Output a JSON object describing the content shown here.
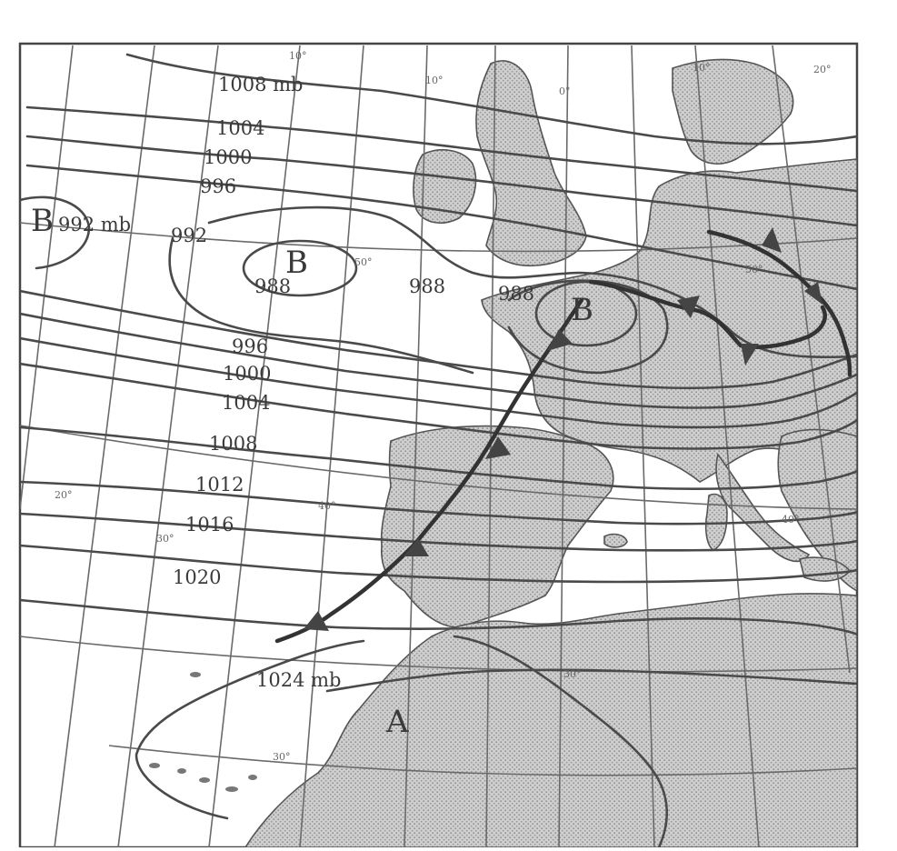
{
  "isobar_labels": [
    {
      "name": "isobar-1008-top",
      "text": "1008 mb"
    },
    {
      "name": "isobar-1004-top",
      "text": "1004"
    },
    {
      "name": "isobar-1000-top",
      "text": "1000"
    },
    {
      "name": "isobar-996-top",
      "text": "996"
    },
    {
      "name": "isobar-992-left",
      "text": "992"
    },
    {
      "name": "isobar-988-center",
      "text": "988"
    },
    {
      "name": "isobar-988-mid",
      "text": "988"
    },
    {
      "name": "isobar-988-east",
      "text": "988"
    },
    {
      "name": "isobar-996-mid",
      "text": "996"
    },
    {
      "name": "isobar-1000-mid",
      "text": "1000"
    },
    {
      "name": "isobar-1004-mid",
      "text": "1004"
    },
    {
      "name": "isobar-1008-mid",
      "text": "1008"
    },
    {
      "name": "isobar-1012",
      "text": "1012"
    },
    {
      "name": "isobar-1016",
      "text": "1016"
    },
    {
      "name": "isobar-1020",
      "text": "1020"
    },
    {
      "name": "isobar-1024",
      "text": "1024 mb"
    }
  ],
  "pressure_centers": [
    {
      "name": "low-west",
      "letter": "B",
      "value": "992 mb"
    },
    {
      "name": "low-atlantic",
      "letter": "B"
    },
    {
      "name": "low-france",
      "letter": "B"
    },
    {
      "name": "high-africa",
      "letter": "A"
    }
  ],
  "graticule_labels": [
    "10°",
    "10°",
    "0°",
    "10°",
    "20°",
    "50°",
    "50°",
    "40°",
    "40°",
    "30°",
    "30°",
    "20°",
    "30°"
  ]
}
